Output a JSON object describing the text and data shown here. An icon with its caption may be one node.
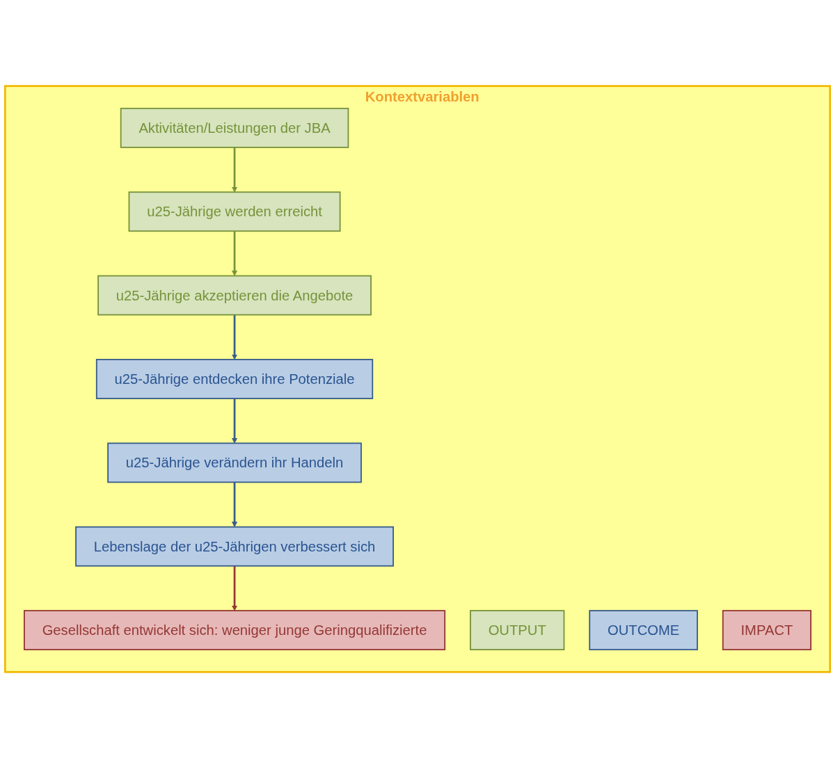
{
  "diagram": {
    "nodes": [
      {
        "text": [
          "Kontextvariablen"
        ]
      },
      {
        "text": [
          "Aktivitäten/Leistungen der JBA"
        ],
        "in": 0
      },
      {
        "text": [
          "u25-Jährige werden erreicht"
        ],
        "in": 0
      },
      {
        "text": [
          "u25-Jährige akzeptieren die Angebote"
        ],
        "in": 0
      },
      {
        "text": [
          "u25-Jährige entdecken ihre Potenziale"
        ],
        "in": 0
      },
      {
        "text": [
          "u25-Jährige verändern ihr Handeln"
        ],
        "in": 0
      },
      {
        "text": [
          "Lebenslage der u25-Jährigen verbessert sich"
        ],
        "in": 0
      },
      {
        "text": [
          "Gesellschaft entwickelt sich: weniger junge Geringqualifizierte"
        ],
        "in": 0
      },
      {
        "text": [
          "OUTPUT"
        ],
        "in": 0
      },
      {
        "text": [
          "OUTCOME"
        ],
        "in": 0
      },
      {
        "text": [
          "IMPACT"
        ],
        "in": 0
      }
    ],
    "edges": [
      {
        "from": 1,
        "to": 2,
        "arrow": "to",
        "color": "#77933c"
      },
      {
        "from": 2,
        "to": 3,
        "arrow": "to",
        "color": "#77933c"
      },
      {
        "from": 3,
        "to": 4,
        "arrow": "to"
      },
      {
        "from": 4,
        "to": 5,
        "arrow": "to"
      },
      {
        "from": 5,
        "to": 6,
        "arrow": "to"
      },
      {
        "from": 6,
        "to": 7,
        "arrow": "to",
        "color": "#953735"
      }
    ]
  }
}
